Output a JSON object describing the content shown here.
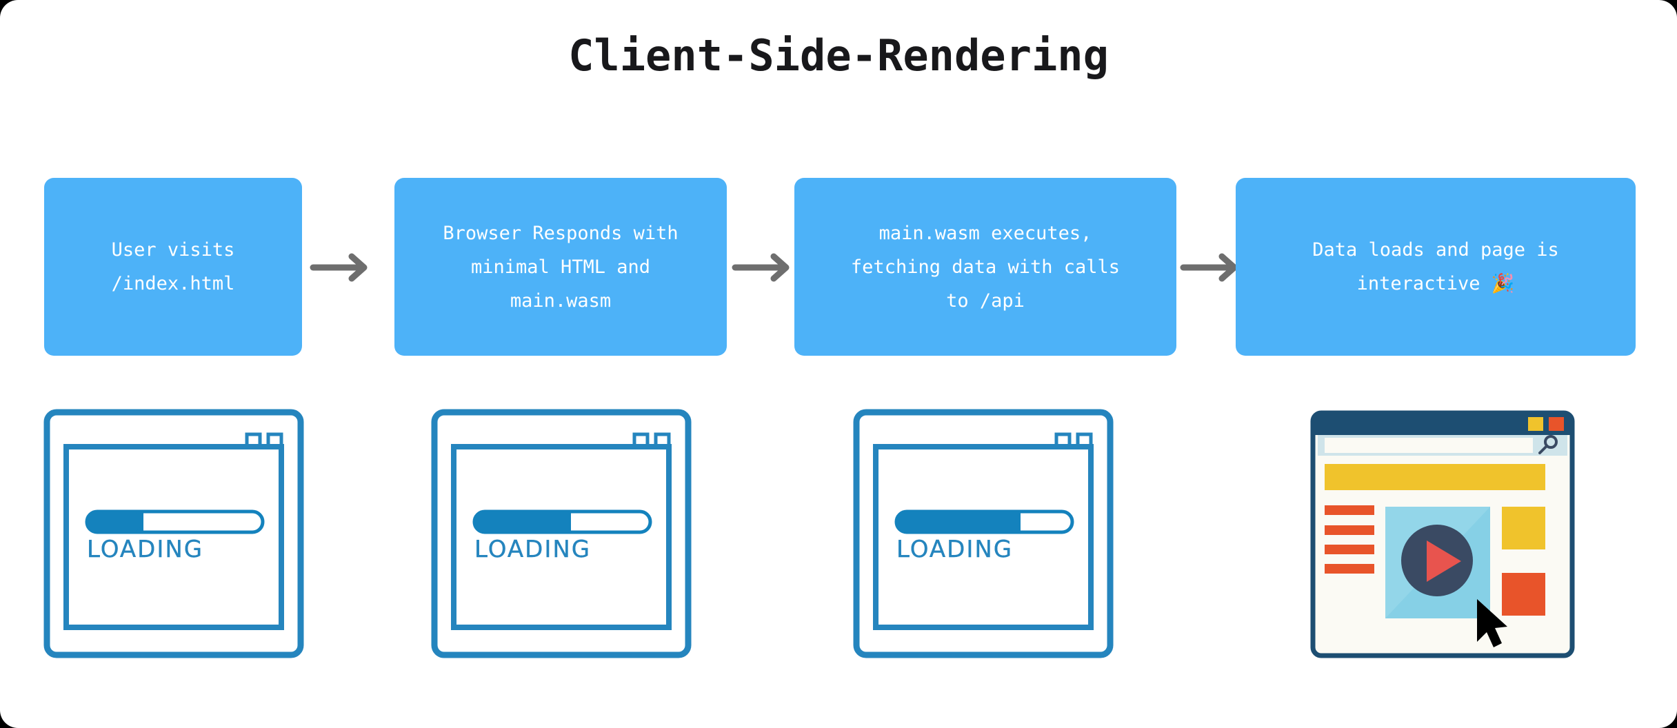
{
  "page": {
    "title": "Client-Side-Rendering",
    "background_color": "#ffffff",
    "accent_color": "#4db2f8",
    "arrow_color": "#6e6e6e",
    "title_color": "#18181b"
  },
  "flow": {
    "boxes": [
      {
        "id": "box-1",
        "label": "User visits\n/index.html"
      },
      {
        "id": "box-2",
        "label": "Browser Responds with\nminimal HTML and\nmain.wasm"
      },
      {
        "id": "box-3",
        "label": "main.wasm executes,\nfetching data with calls\nto /api"
      },
      {
        "id": "box-4",
        "label": "Data loads and page is\ninteractive 🎉"
      }
    ],
    "arrows": [
      {
        "id": "arrow-1",
        "icon": "right-arrow-icon"
      },
      {
        "id": "arrow-2",
        "icon": "right-arrow-icon"
      },
      {
        "id": "arrow-3",
        "icon": "right-arrow-icon"
      }
    ]
  },
  "illustrations": {
    "loading_frames": [
      {
        "id": "loading-1",
        "caption": "LOADING",
        "progress_percent": 30,
        "stroke_color": "#2585be",
        "bar_fill_color": "#1482bd"
      },
      {
        "id": "loading-2",
        "caption": "LOADING",
        "progress_percent": 55,
        "stroke_color": "#2585be",
        "bar_fill_color": "#1482bd"
      },
      {
        "id": "loading-3",
        "caption": "LOADING",
        "progress_percent": 70,
        "stroke_color": "#2585be",
        "bar_fill_color": "#1482bd"
      }
    ],
    "final_browser": {
      "id": "loaded-page",
      "titlebar_color": "#1d4e72",
      "addressbar_background": "#cfe4ea",
      "addressbar_field_color": "#fbfaf4",
      "search_icon": "magnifier-icon",
      "window_buttons": [
        {
          "name": "minimize-button",
          "color": "#f0c32c"
        },
        {
          "name": "close-button",
          "color": "#e8542a"
        }
      ],
      "content_blocks": [
        {
          "name": "banner-block",
          "color": "#f0c32c"
        },
        {
          "name": "text-line-block",
          "color": "#e8542a"
        },
        {
          "name": "video-thumbnail-block",
          "color": "#86d0e6"
        },
        {
          "name": "play-button",
          "circle_color": "#3a4a63",
          "triangle_color": "#e8544e"
        },
        {
          "name": "sidebar-yellow-block",
          "color": "#f0c32c"
        },
        {
          "name": "sidebar-red-block",
          "color": "#e8542a"
        },
        {
          "name": "cursor-pointer",
          "color": "#000000"
        }
      ]
    }
  }
}
